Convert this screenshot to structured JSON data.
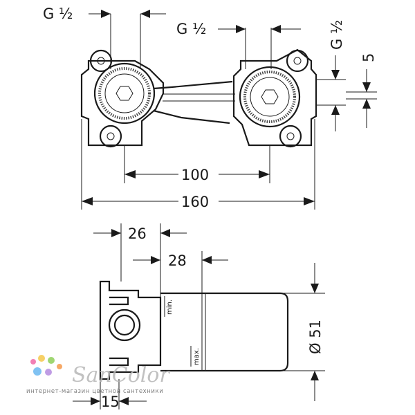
{
  "dimensions": {
    "g_half_left": "G ½",
    "g_half_mid": "G ½",
    "g_half_right": "G ½",
    "five": "5",
    "hundred": "100",
    "one_sixty": "160",
    "twenty_six": "26",
    "twenty_eight": "28",
    "diameter": "Ø 51",
    "fifteen": "15",
    "min_label": "min.",
    "max_label": "max."
  },
  "watermark": {
    "brand": "SanColor",
    "tagline": "интернет-магазин цветной сантехники",
    "dot_colors": [
      "#f06aa8",
      "#f5c84c",
      "#8fd05a",
      "#6ab8f0",
      "#b58be0",
      "#f59a4c"
    ]
  }
}
